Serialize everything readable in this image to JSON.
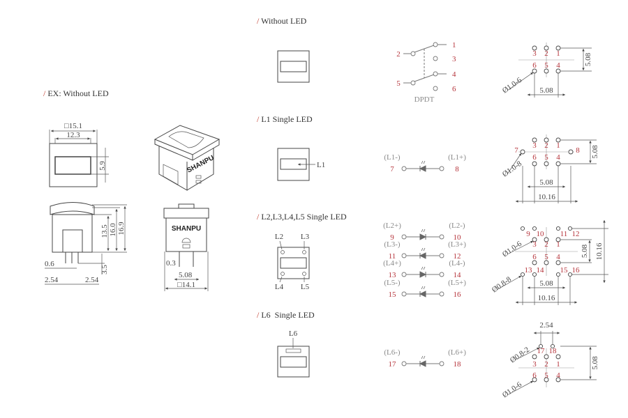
{
  "colors": {
    "accent_red": "#b5333a",
    "label_gray": "#8a8a8a",
    "line": "#444444"
  },
  "ex": {
    "slash": "/",
    "title": "EX: Without LED",
    "brand_iso": "SHANPU",
    "brand_rear": "SHANPU",
    "dims": {
      "outer_square": "□15.1",
      "window_width": "12.3",
      "window_height": "5.9",
      "body_height": "13.5",
      "cap_height": "16.0",
      "total_height": "16.9",
      "pin_width": "0.6",
      "pin_length": "3.5",
      "pitch_left": "2.54",
      "pitch_right": "2.54",
      "pin_thickness": "0.3",
      "pin_spacing": "5.08",
      "base_square": "□14.1"
    }
  },
  "sections": [
    {
      "slash": "/",
      "title": "Without LED",
      "schematic": {
        "pins": [
          "1",
          "2",
          "3",
          "4",
          "5",
          "6"
        ],
        "label": "DPDT"
      },
      "layout": {
        "pins_top": [
          "3",
          "2",
          "1"
        ],
        "pins_bottom": [
          "6",
          "5",
          "4"
        ],
        "hole": "Ø1.0-6",
        "dim_v": "5.08",
        "dim_h": "5.08"
      }
    },
    {
      "slash": "/",
      "title": "L1 Single LED",
      "front_labels": [
        "L1"
      ],
      "rows": [
        {
          "left_label": "(L1-)",
          "left_pin": "7",
          "right_label": "(L1+)",
          "right_pin": "8"
        }
      ],
      "layout": {
        "pins_top": [
          "3",
          "2",
          "1"
        ],
        "pins_bottom": [
          "6",
          "5",
          "4"
        ],
        "led_left": "7",
        "led_right": "8",
        "hole": "Ø1.0-8",
        "dim_v": "5.08",
        "dim_h": "5.08",
        "dim_h2": "10.16"
      }
    },
    {
      "slash": "/",
      "title": "L2,L3,L4,L5 Single LED",
      "front_labels": [
        "L2",
        "L3",
        "L4",
        "L5"
      ],
      "rows": [
        {
          "left_label": "(L2+)",
          "left_pin": "9",
          "right_label": "(L2-)",
          "right_pin": "10"
        },
        {
          "left_label": "(L3-)",
          "left_pin": "11",
          "right_label": "(L3+)",
          "right_pin": "12"
        },
        {
          "left_label": "(L4+)",
          "left_pin": "13",
          "right_label": "(L4-)",
          "right_pin": "14"
        },
        {
          "left_label": "(L5-)",
          "left_pin": "15",
          "right_label": "(L5+)",
          "right_pin": "16"
        }
      ],
      "layout": {
        "pins_led_top": [
          "9",
          "10",
          "11",
          "12"
        ],
        "pins_top": [
          "3",
          "2",
          "1"
        ],
        "pins_bottom": [
          "6",
          "5",
          "4"
        ],
        "pins_led_bottom": [
          "13",
          "14",
          "15",
          "16"
        ],
        "hole": "Ø1.0-6",
        "hole2": "Ø0.8-8",
        "dim_v": "5.08",
        "dim_v2": "10.16",
        "dim_h": "5.08",
        "dim_h2": "10.16"
      }
    },
    {
      "slash": "/",
      "title": "L6  Single LED",
      "front_labels": [
        "L6"
      ],
      "rows": [
        {
          "left_label": "(L6-)",
          "left_pin": "17",
          "right_label": "(L6+)",
          "right_pin": "18"
        }
      ],
      "layout": {
        "dim_top": "2.54",
        "led_pins": [
          "17",
          "18"
        ],
        "pins_top": [
          "3",
          "2",
          "1"
        ],
        "pins_bottom": [
          "6",
          "5",
          "4"
        ],
        "hole": "Ø0.8-2",
        "hole2": "Ø1.0-6",
        "dim_v": "5.08"
      }
    }
  ]
}
